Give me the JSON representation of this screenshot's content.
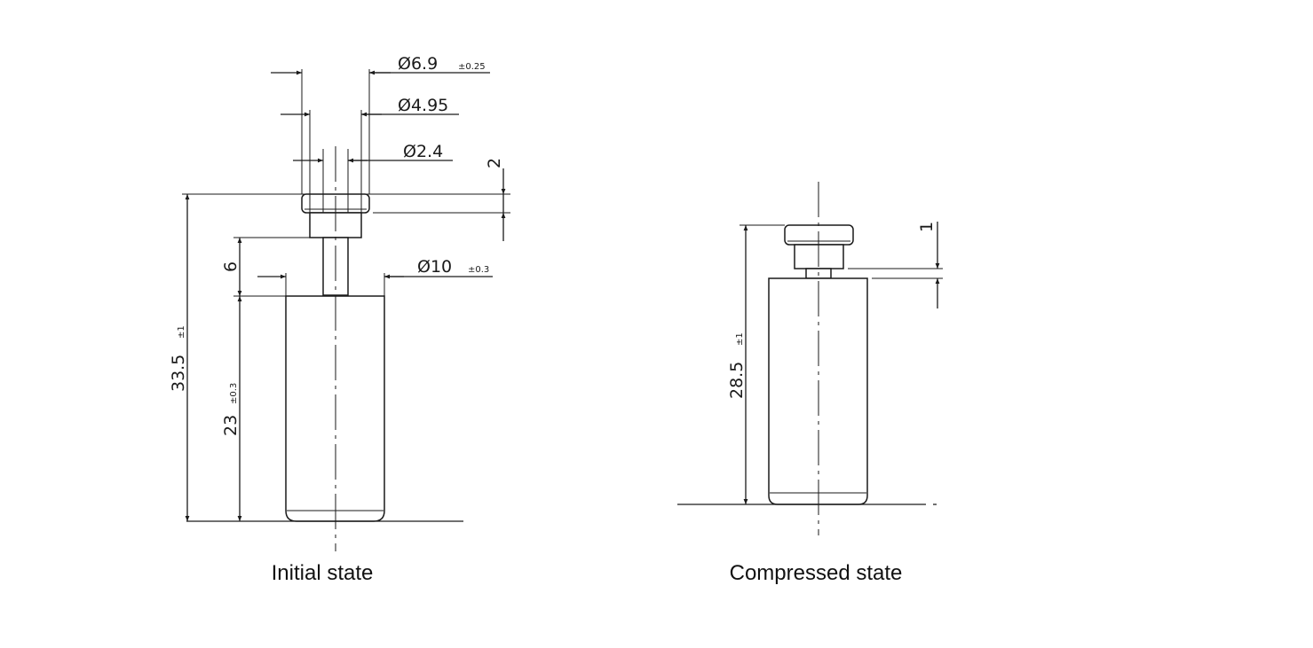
{
  "initial": {
    "caption": "Initial state",
    "dims": {
      "d_head": "Ø6.9",
      "d_head_tol": "±0.25",
      "d_neck": "Ø4.95",
      "d_pin": "Ø2.4",
      "head_h": "2",
      "d_body": "Ø10",
      "d_body_tol": "±0.3",
      "stroke": "6",
      "total": "33.5",
      "total_tol": "±1",
      "body_h": "23",
      "body_h_tol": "±0.3"
    }
  },
  "compressed": {
    "caption": "Compressed state",
    "dims": {
      "gap": "1",
      "total": "28.5",
      "total_tol": "±1"
    }
  }
}
